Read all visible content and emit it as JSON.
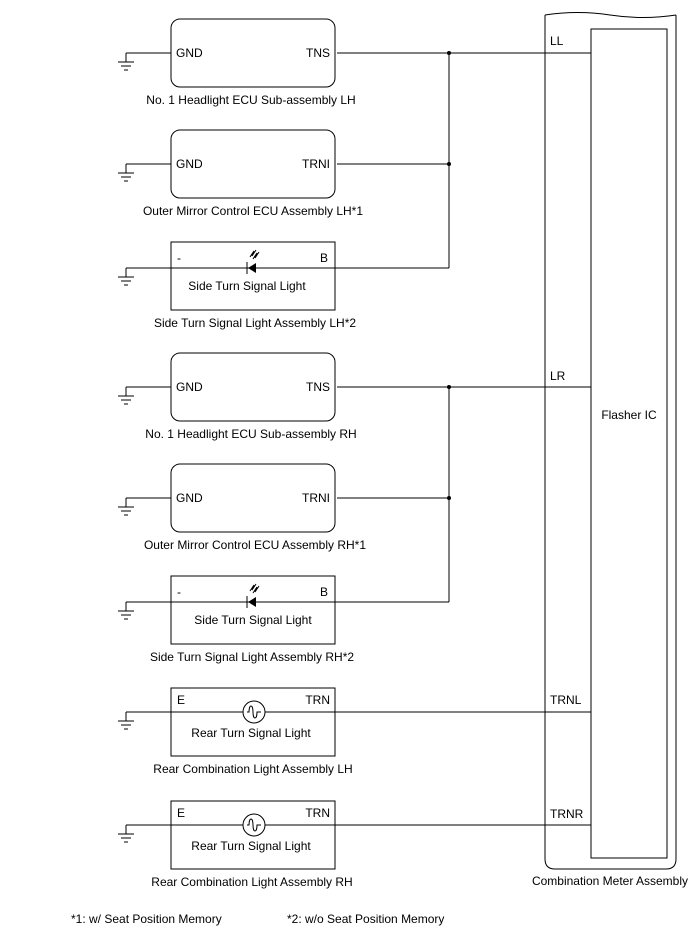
{
  "components": [
    {
      "caption": "No. 1 Headlight ECU Sub-assembly LH",
      "left_pin": "GND",
      "right_pin": "TNS"
    },
    {
      "caption": "Outer Mirror Control ECU Assembly LH*1",
      "left_pin": "GND",
      "right_pin": "TRNI"
    },
    {
      "caption": "Side Turn Signal Light Assembly LH*2",
      "left_pin": "-",
      "right_pin": "B",
      "inner_label": "Side Turn Signal Light",
      "symbol": "led-icon"
    },
    {
      "caption": "No. 1 Headlight ECU Sub-assembly RH",
      "left_pin": "GND",
      "right_pin": "TNS"
    },
    {
      "caption": "Outer Mirror Control ECU Assembly RH*1",
      "left_pin": "GND",
      "right_pin": "TRNI"
    },
    {
      "caption": "Side Turn Signal Light Assembly RH*2",
      "left_pin": "-",
      "right_pin": "B",
      "inner_label": "Side Turn Signal Light",
      "symbol": "led-icon"
    },
    {
      "caption": "Rear Combination Light Assembly LH",
      "left_pin": "E",
      "right_pin": "TRN",
      "inner_label": "Rear Turn Signal Light",
      "symbol": "bulb-icon"
    },
    {
      "caption": "Rear Combination Light Assembly RH",
      "left_pin": "E",
      "right_pin": "TRN",
      "inner_label": "Rear Turn Signal Light",
      "symbol": "bulb-icon"
    }
  ],
  "meter": {
    "caption": "Combination Meter Assembly",
    "ic_label": "Flasher IC",
    "pins": [
      "LL",
      "LR",
      "TRNL",
      "TRNR"
    ]
  },
  "notes": [
    "*1: w/ Seat Position Memory",
    "*2: w/o Seat Position Memory"
  ]
}
